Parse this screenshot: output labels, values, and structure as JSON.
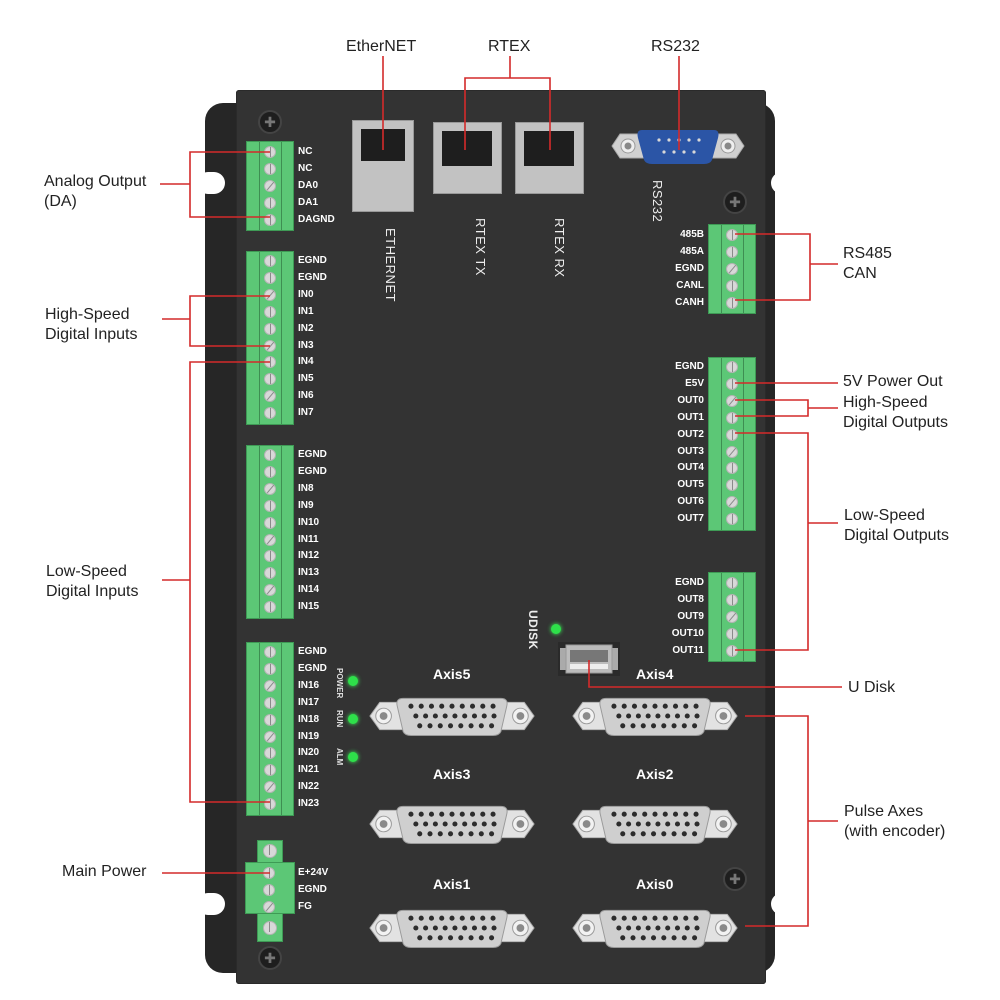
{
  "callouts": {
    "ethernet": "EtherNET",
    "rtex": "RTEX",
    "rs232": "RS232",
    "analog_output_1": "Analog Output",
    "analog_output_2": "(DA)",
    "hs_inputs_1": "High-Speed",
    "hs_inputs_2": "Digital Inputs",
    "ls_inputs_1": "Low-Speed",
    "ls_inputs_2": "Digital Inputs",
    "main_power": "Main Power",
    "rs485_can_1": "RS485",
    "rs485_can_2": "CAN",
    "power_out_5v": "5V Power Out",
    "hs_outputs_1": "High-Speed",
    "hs_outputs_2": "Digital Outputs",
    "ls_outputs_1": "Low-Speed",
    "ls_outputs_2": "Digital Outputs",
    "udisk": "U Disk",
    "pulse_axes_1": "Pulse Axes",
    "pulse_axes_2": "(with encoder)"
  },
  "ports": {
    "ethernet": "ETHERNET",
    "rtex_tx": "RTEX TX",
    "rtex_rx": "RTEX RX",
    "rs232": "RS232",
    "udisk": "UDISK"
  },
  "leds": [
    "POWER",
    "RUN",
    "ALM"
  ],
  "axes": [
    "Axis5",
    "Axis4",
    "Axis3",
    "Axis2",
    "Axis1",
    "Axis0"
  ],
  "terminals": {
    "analog": [
      "NC",
      "NC",
      "DA0",
      "DA1",
      "DAGND"
    ],
    "inputs_a": [
      "EGND",
      "EGND",
      "IN0",
      "IN1",
      "IN2",
      "IN3",
      "IN4",
      "IN5",
      "IN6",
      "IN7"
    ],
    "inputs_b": [
      "EGND",
      "EGND",
      "IN8",
      "IN9",
      "IN10",
      "IN11",
      "IN12",
      "IN13",
      "IN14",
      "IN15"
    ],
    "inputs_c": [
      "EGND",
      "EGND",
      "IN16",
      "IN17",
      "IN18",
      "IN19",
      "IN20",
      "IN21",
      "IN22",
      "IN23"
    ],
    "power": [
      "E+24V",
      "EGND",
      "FG"
    ],
    "comm": [
      "485B",
      "485A",
      "EGND",
      "CANL",
      "CANH"
    ],
    "outputs_a": [
      "EGND",
      "E5V",
      "OUT0",
      "OUT1",
      "OUT2",
      "OUT3",
      "OUT4",
      "OUT5",
      "OUT6",
      "OUT7"
    ],
    "outputs_b": [
      "EGND",
      "OUT8",
      "OUT9",
      "OUT10",
      "OUT11"
    ]
  },
  "colors": {
    "callout_line": "#d42a2a",
    "terminal_green": "#5cc776",
    "panel": "#333333",
    "led_green": "#2ee04a",
    "rs232_blue": "#2b55a6"
  }
}
